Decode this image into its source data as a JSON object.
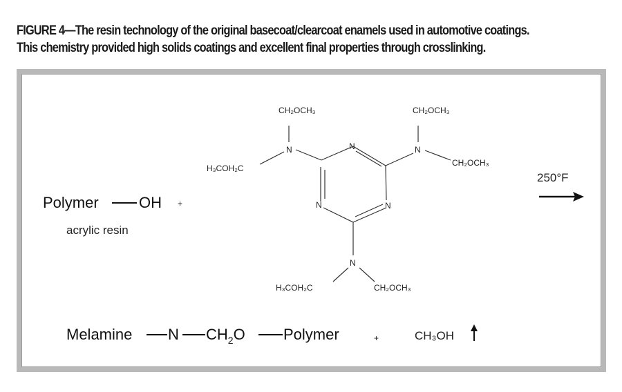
{
  "caption": {
    "line1": "FIGURE 4—The resin technology of the original basecoat/clearcoat enamels used in automotive coatings.",
    "line2": "This chemistry provided high solids coatings and excellent final properties through crosslinking."
  },
  "reactants": {
    "polymer": "Polymer",
    "oh": "OH",
    "plus": "+",
    "polymer_caption": "acrylic resin"
  },
  "melamine": {
    "ring_n": "N",
    "amine_n": "N",
    "top_left_group": "CH₂OCH₃",
    "left_group": "H₃COH₂C",
    "top_right_group": "CH₂OCH₃",
    "right_group": "CH₂OCH₃",
    "bottom_left_group": "H₃COH₂C",
    "bottom_right_group": "CH₂OCH₃"
  },
  "condition": {
    "temperature": "250°F"
  },
  "products": {
    "melamine": "Melamine",
    "n": "N",
    "ch2o_ch": "CH",
    "ch2o_sub": "2",
    "ch2o_o": "O",
    "polymer": "Polymer",
    "plus": "+",
    "methanol": "CH₃OH"
  }
}
